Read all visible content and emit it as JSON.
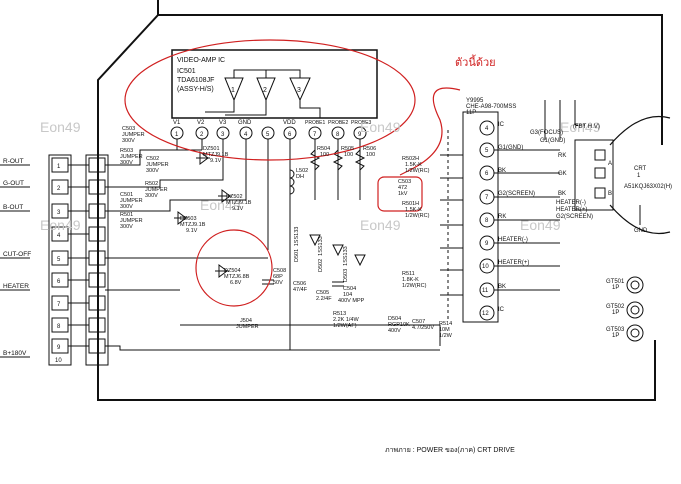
{
  "ic": {
    "title": "VIDEO-AMP IC",
    "ref": "IC501",
    "part": "TDA6108JF",
    "assy": "(ASSY-H/S)",
    "amp_labels": [
      "1",
      "2",
      "3"
    ],
    "pins": [
      {
        "num": "1",
        "name": "V1"
      },
      {
        "num": "2",
        "name": "V2"
      },
      {
        "num": "3",
        "name": "V3"
      },
      {
        "num": "4",
        "name": "GND"
      },
      {
        "num": "5",
        "name": ""
      },
      {
        "num": "6",
        "name": "VDD"
      },
      {
        "num": "7",
        "name": "PROBE1"
      },
      {
        "num": "8",
        "name": "PROBE2"
      },
      {
        "num": "9",
        "name": "PROBE3"
      }
    ]
  },
  "annotation": {
    "text": "ตัวนี้ด้วย"
  },
  "watermarks": [
    "Eon49",
    "Eon49",
    "Eon49",
    "Eon49",
    "Eon49",
    "Eon49",
    "Eon49"
  ],
  "connectors": [
    {
      "label": "R-OUT",
      "pin": "1"
    },
    {
      "label": "G-OUT",
      "pin": "2"
    },
    {
      "label": "B-OUT",
      "pin": "3"
    },
    {
      "label": "",
      "pin": "4"
    },
    {
      "label": "CUT-OFF",
      "pin": "5"
    },
    {
      "label": "",
      "pin": "6"
    },
    {
      "label": "HEATER",
      "pin": "7"
    },
    {
      "label": "",
      "pin": "8"
    },
    {
      "label": "",
      "pin": "9"
    },
    {
      "label": "B+180V",
      "pin": "10"
    }
  ],
  "components": {
    "r503": [
      "R503",
      "JUMPER",
      "300V"
    ],
    "c503": [
      "C503",
      "JUMPER",
      "300V"
    ],
    "d2501": [
      "DZ501",
      "MTZJ9.1B",
      "9.1V"
    ],
    "c502": [
      "C502",
      "JUMPER",
      "300V"
    ],
    "r502": [
      "R502",
      "JUMPER",
      "300V"
    ],
    "c501": [
      "C501",
      "JUMPER",
      "300V"
    ],
    "r501": [
      "R501",
      "JUMPER",
      "300V"
    ],
    "dz502": [
      "DZ502",
      "MTZJ9.1B",
      "9.1V"
    ],
    "dz503": [
      "DZ503",
      "MTZJ9.1B",
      "9.1V"
    ],
    "dz504": [
      "DZ504",
      "MTZJ6.8B",
      "6.8V"
    ],
    "c508": [
      "C508",
      "68P",
      "50V"
    ],
    "j504": [
      "J504",
      "JUMPER"
    ],
    "r504": [
      "R504",
      "100"
    ],
    "r505": [
      "R505",
      "100"
    ],
    "r506": [
      "R506",
      "100"
    ],
    "l502": [
      "L502",
      "DH"
    ],
    "d501": [
      "D501",
      "1SS133"
    ],
    "d502": [
      "D502",
      "1SS133"
    ],
    "d503": [
      "D503",
      "1SS133"
    ],
    "c506": [
      "C506",
      "47/4F"
    ],
    "c505": [
      "C505",
      "2.2/4F"
    ],
    "c504": [
      "C504",
      "104",
      "400V MPP"
    ],
    "r513": [
      "R513",
      "2.2K 1/4W",
      "1/2W(AF)"
    ],
    "d504": [
      "D504",
      "RGP10K",
      "400V"
    ],
    "c507": [
      "C507",
      "4.7/250V"
    ],
    "r514": [
      "R514",
      "10M",
      "1/2W"
    ],
    "r502h": [
      "R502H",
      "1.5K-K",
      "1/2W(RC)"
    ],
    "c503h": [
      "C503",
      "472",
      "1kV"
    ],
    "r501h": [
      "R501H",
      "1.5K-K",
      "1/2W(RC)"
    ],
    "r511": [
      "R511",
      "1.8K-K",
      "1/2W(RC)"
    ]
  },
  "socket": {
    "ref": "Y9995",
    "part": "CHE-A98-700MSS",
    "pins_label": "11P",
    "pins": [
      {
        "num": "4",
        "label": "IC"
      },
      {
        "num": "5",
        "label": "G1(GND)"
      },
      {
        "num": "6",
        "label": "BK"
      },
      {
        "num": "7",
        "label": "G2(SCREEN)"
      },
      {
        "num": "8",
        "label": "RK"
      },
      {
        "num": "9",
        "label": "HEATER(-)"
      },
      {
        "num": "10",
        "label": "HEATER(+)"
      },
      {
        "num": "11",
        "label": "BK"
      },
      {
        "num": "12",
        "label": "IC"
      }
    ]
  },
  "crt": {
    "fbt": "(FBT H.V)",
    "focus": "G3(FOCUS)",
    "g1": "G1(GND)",
    "rk": "RK",
    "gk": "GK",
    "bk": "BK",
    "heater_minus": "HEATER(-)",
    "heater_plus": "HEATER(+)",
    "screen": "G2(SCREEN)",
    "ref": "CRT",
    "num": "1",
    "part": "A51KQJ63X02(H)",
    "gnd": "GND",
    "pin_a": "A",
    "pin_b": "B"
  },
  "gt": [
    {
      "ref": "GT501",
      "pins": "1P"
    },
    {
      "ref": "GT502",
      "pins": "1P"
    },
    {
      "ref": "GT503",
      "pins": "1P"
    }
  ],
  "footer": {
    "text": "ภาพภาย : POWER ของ(ภาค) CRT DRIVE"
  }
}
